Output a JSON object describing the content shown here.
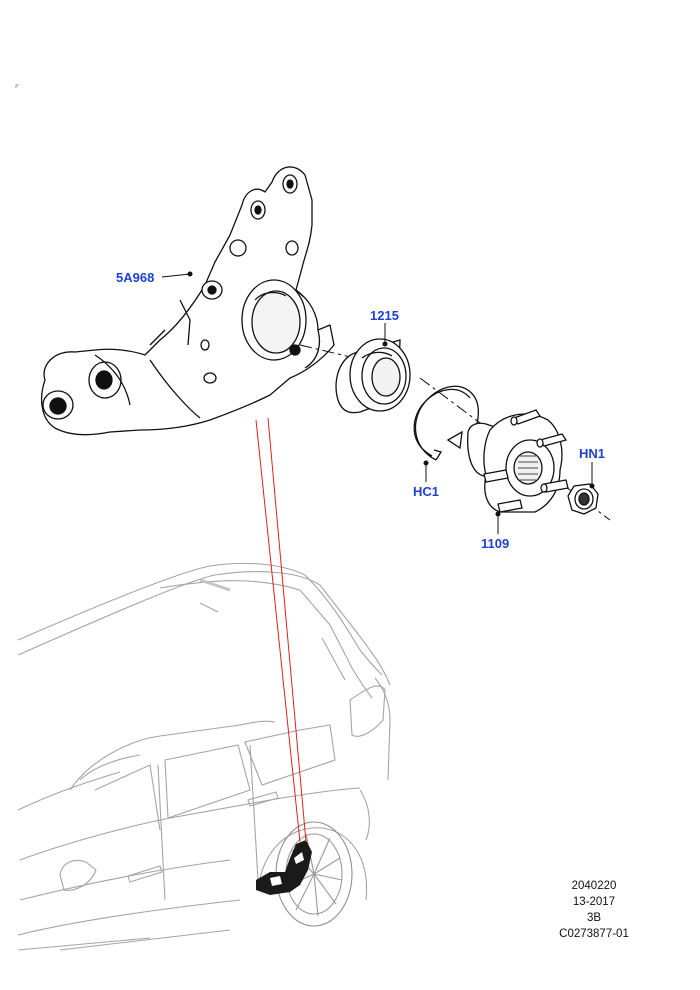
{
  "callouts": {
    "knuckle": "5A968",
    "bearing": "1215",
    "circlip": "HC1",
    "hub": "1109",
    "hub_nut": "HN1"
  },
  "illustration_info": {
    "line1": "2040220",
    "line2": "13-2017",
    "line3": "3B",
    "line4": "C0273877-01"
  },
  "colors": {
    "callout_text": "#1f3fd6",
    "leader_line": "#e02020",
    "outline": "#111111",
    "vehicle_outline": "#9a9a9a"
  },
  "icons": {
    "corner_mark": "corner-crop-mark-icon"
  }
}
